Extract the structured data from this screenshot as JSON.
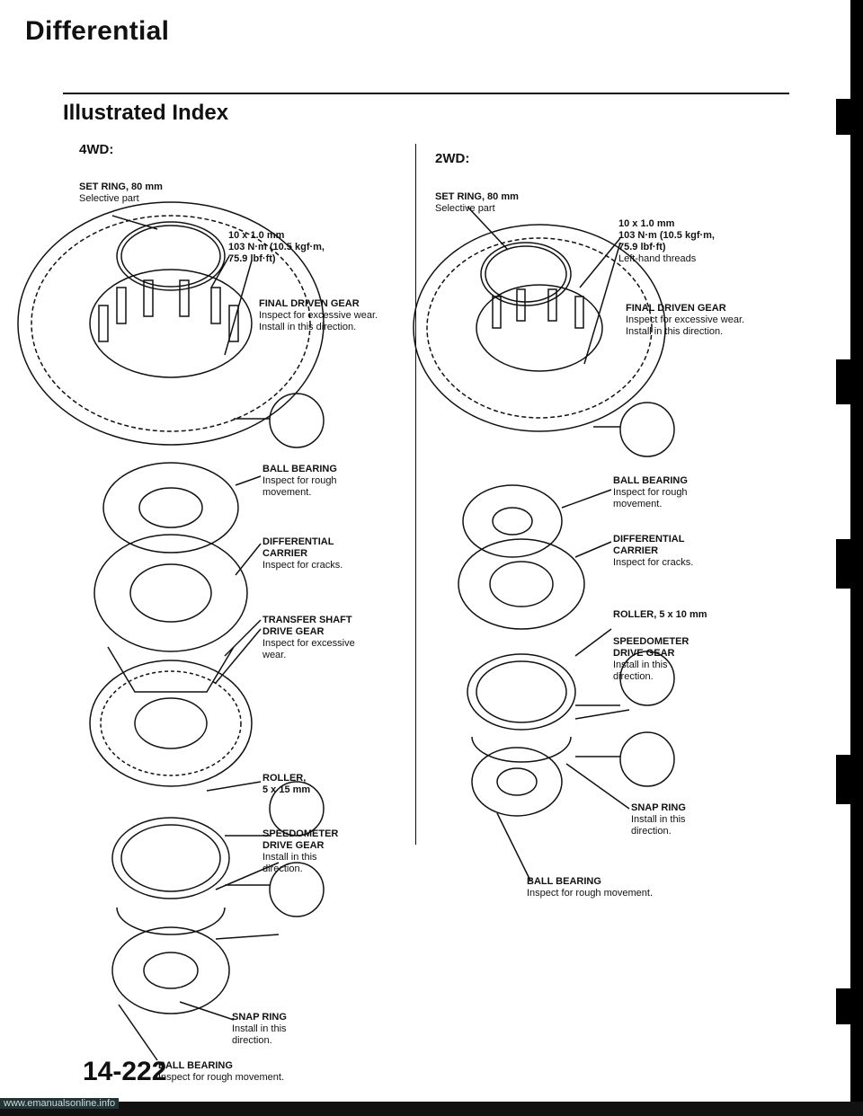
{
  "header": {
    "title": "Differential",
    "subtitle": "Illustrated Index"
  },
  "left": {
    "heading": "4WD:",
    "set_ring": {
      "name": "SET RING, 80 mm",
      "note": "Selective part"
    },
    "bolt": {
      "line1": "10 x 1.0 mm",
      "line2": "103 N·m (10.5 kgf·m,",
      "line3": "75.9 lbf·ft)"
    },
    "final_gear": {
      "name": "FINAL DRIVEN GEAR",
      "line1": "Inspect for excessive wear.",
      "line2": "Install in this direction."
    },
    "ball_bearing": {
      "name": "BALL BEARING",
      "line1": "Inspect for rough",
      "line2": "movement."
    },
    "carrier": {
      "line1": "DIFFERENTIAL",
      "line2": "CARRIER",
      "note": "Inspect for cracks."
    },
    "transfer": {
      "line1": "TRANSFER SHAFT",
      "line2": "DRIVE GEAR",
      "note1": "Inspect for excessive",
      "note2": "wear."
    },
    "roller": {
      "line1": "ROLLER,",
      "line2": "5 x 15 mm"
    },
    "speedo": {
      "line1": "SPEEDOMETER",
      "line2": "DRIVE GEAR",
      "note1": "Install in this",
      "note2": "direction."
    },
    "snap_ring": {
      "name": "SNAP RING",
      "note1": "Install in this",
      "note2": "direction."
    },
    "ball_bearing2": {
      "name": "BALL BEARING",
      "note": "Inspect for rough movement."
    }
  },
  "right": {
    "heading": "2WD:",
    "set_ring": {
      "name": "SET RING, 80 mm",
      "note": "Selective part"
    },
    "bolt": {
      "line1": "10 x 1.0 mm",
      "line2": "103 N·m (10.5 kgf·m,",
      "line3": "75.9 lbf·ft)",
      "line4": "Left-hand threads"
    },
    "final_gear": {
      "name": "FINAL DRIVEN GEAR",
      "line1": "Inspect for excessive wear.",
      "line2": "Install in this direction."
    },
    "ball_bearing": {
      "name": "BALL BEARING",
      "line1": "Inspect for rough",
      "line2": "movement."
    },
    "carrier": {
      "line1": "DIFFERENTIAL",
      "line2": "CARRIER",
      "note": "Inspect for cracks."
    },
    "roller": {
      "name": "ROLLER, 5 x 10 mm"
    },
    "speedo": {
      "line1": "SPEEDOMETER",
      "line2": "DRIVE GEAR",
      "note1": "Install in this",
      "note2": "direction."
    },
    "snap_ring": {
      "name": "SNAP RING",
      "note1": "Install in this",
      "note2": "direction."
    },
    "ball_bearing2": {
      "name": "BALL BEARING",
      "note": "Inspect for rough movement."
    }
  },
  "footer": {
    "page_number": "14-222",
    "watermark": "www.emanualsonline.info"
  }
}
